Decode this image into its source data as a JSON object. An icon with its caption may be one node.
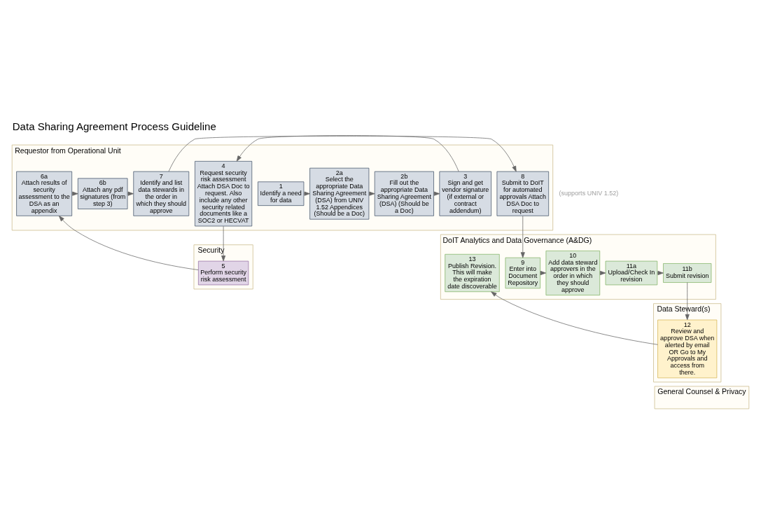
{
  "diagram": {
    "title": "Data Sharing Agreement Process Guideline",
    "nodes": [
      {
        "text": [
          "Requestor from Operational Unit"
        ]
      },
      {
        "text": [
          "DoIT Analytics and Data Governance (A&DG)"
        ]
      },
      {
        "text": [
          "Security"
        ]
      },
      {
        "text": [
          "Data Steward(s)"
        ]
      },
      {
        "text": [
          "General Counsel & Privacy"
        ]
      },
      {
        "text": [
          "1",
          "Identify a need for data"
        ],
        "in": 0
      },
      {
        "text": [
          "2a",
          "Select the appropriate Data Sharing Agreement (DSA) from UNIV 1.52 Appendices (Should be a Doc)"
        ],
        "in": 0
      },
      {
        "text": [
          "2b",
          "Fill out the appropriate Data Sharing Agreement (DSA) (Should be a Doc)"
        ],
        "in": 0
      },
      {
        "text": [
          "3",
          "Sign and get vendor signature (if external or contract addendum)"
        ],
        "in": 0
      },
      {
        "text": [
          "4",
          "Request security risk assessment Attach DSA Doc to request. Also include any other security related documents like a SOC2 or HECVAT"
        ],
        "in": 0
      },
      {
        "text": [
          "6a",
          "Attach results of security assessment to the DSA as an appendix"
        ],
        "in": 0
      },
      {
        "text": [
          "6b",
          "Attach any pdf signatures (from step 3)"
        ],
        "in": 0
      },
      {
        "text": [
          "7",
          "Identify and list data stewards in the order in which they should approve"
        ],
        "in": 0
      },
      {
        "text": [
          "8",
          "Submit to DoIT for automated approvals Attach DSA Doc to request"
        ],
        "in": 0
      },
      {
        "text": [
          "9",
          "Enter into Document Repository"
        ],
        "in": 1
      },
      {
        "text": [
          "10",
          "Add data steward approvers in the order in which they should approve"
        ],
        "in": 1
      },
      {
        "text": [
          "11a",
          "Upload/Check In revision"
        ],
        "in": 1
      },
      {
        "text": [
          "11b",
          "Submit revision"
        ],
        "in": 1
      },
      {
        "text": [
          "13",
          "Publish Revision. This will make the expiration date discoverable"
        ],
        "in": 1
      },
      {
        "text": [
          "5",
          "Perform security risk assessment"
        ],
        "in": 2
      },
      {
        "text": [
          "12",
          "Review and approve DSA when alerted by email OR Go to My Approvals and access from there."
        ],
        "in": 3
      }
    ],
    "edges": [
      {
        "from": 5,
        "to": 6,
        "arrow": "to"
      },
      {
        "from": 6,
        "to": 7,
        "arrow": "to"
      },
      {
        "from": 7,
        "to": 8,
        "arrow": "to"
      },
      {
        "from": 8,
        "to": 9,
        "arrow": "to"
      },
      {
        "from": 9,
        "to": 19,
        "arrow": "to"
      },
      {
        "from": 19,
        "to": 10,
        "arrow": "to"
      },
      {
        "from": 10,
        "to": 11,
        "arrow": "to"
      },
      {
        "from": 11,
        "to": 12,
        "arrow": "to"
      },
      {
        "from": 12,
        "to": 13,
        "arrow": "to"
      },
      {
        "from": 13,
        "to": 14,
        "arrow": "to"
      },
      {
        "from": 14,
        "to": 15,
        "arrow": "to"
      },
      {
        "from": 15,
        "to": 16,
        "arrow": "to"
      },
      {
        "from": 16,
        "to": 17,
        "arrow": "to"
      },
      {
        "from": 17,
        "to": 20,
        "arrow": "to"
      },
      {
        "from": 20,
        "to": 18,
        "arrow": "to"
      }
    ],
    "labels": [
      "(supports UNIV 1.52)"
    ]
  }
}
